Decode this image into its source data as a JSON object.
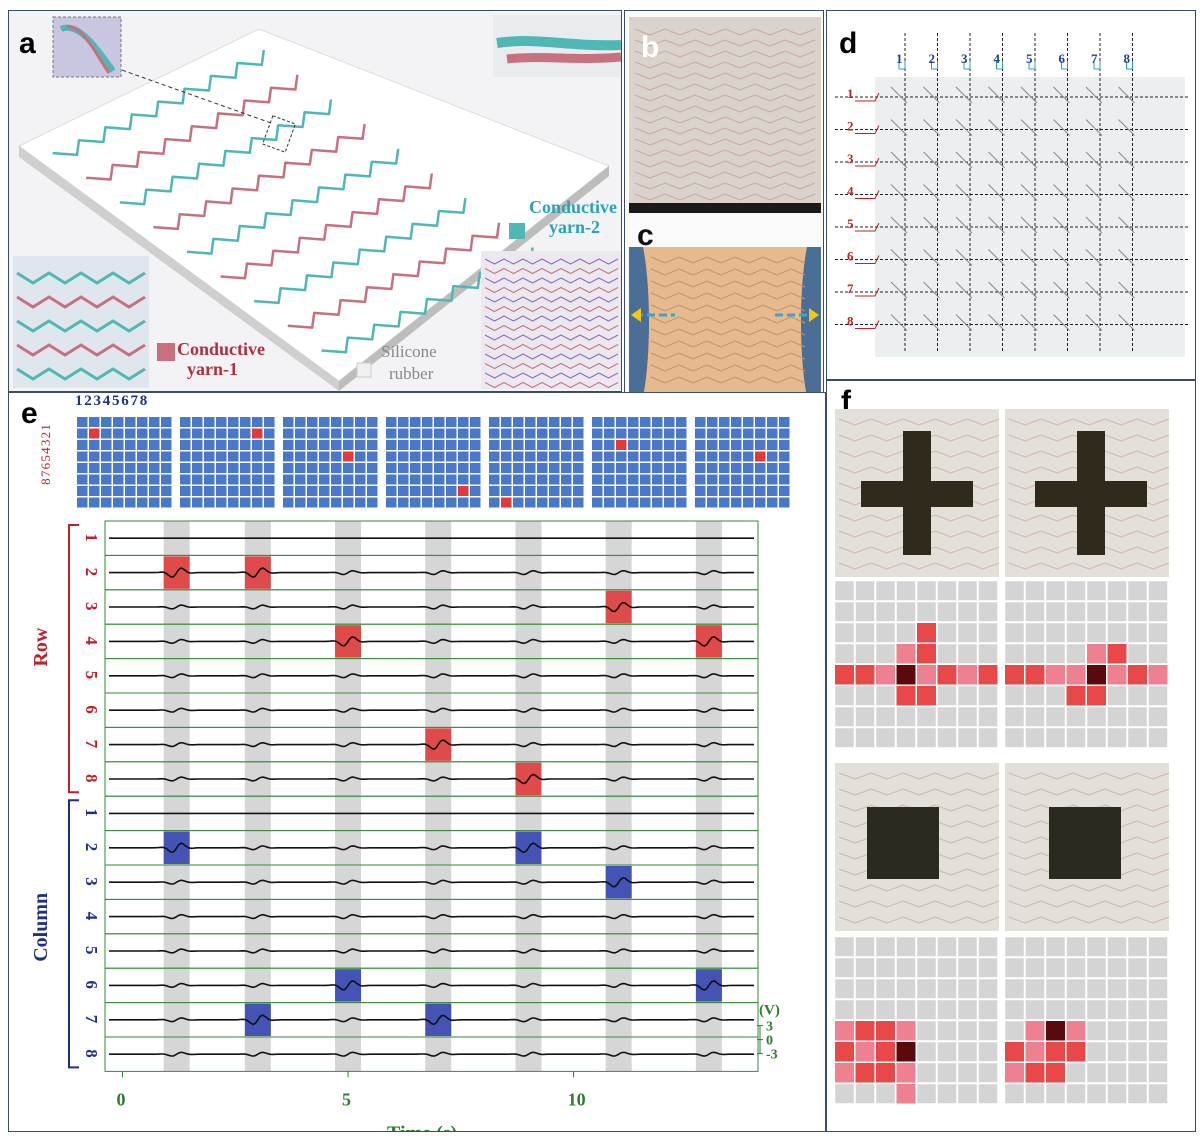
{
  "panel_labels": {
    "a": "a",
    "b": "b",
    "c": "c",
    "d": "d",
    "e": "e",
    "f": "f"
  },
  "panel_a": {
    "legend": {
      "yarn1_line1": "Conductive",
      "yarn1_line2": "yarn-1",
      "yarn2_line1": "Conductive",
      "yarn2_line2": "yarn-2",
      "rubber_line1": "Silicone",
      "rubber_line2": "rubber"
    },
    "colors": {
      "yarn1": "#c9707e",
      "yarn2": "#4fb8b4",
      "rubber": "#e6e6e6"
    }
  },
  "panel_d": {
    "columns": [
      "1",
      "2",
      "3",
      "4",
      "5",
      "6",
      "7",
      "8"
    ],
    "rows": [
      "1",
      "2",
      "3",
      "4",
      "5",
      "6",
      "7",
      "8"
    ],
    "colors": {
      "col_labels": "#1f3f9a",
      "row_labels": "#c0202a"
    }
  },
  "panel_e": {
    "grid_col_numbers": "1 2 3 4 5 6 7 8",
    "grid_row_numbers": "8 7 6 5 4 3 2 1",
    "grid_row_label_text": "1 2 3 4 5 6 7 8",
    "unit_label": "(V)",
    "scale_ticks": [
      "3",
      "0",
      "-3"
    ],
    "row_group_label": "Row",
    "column_group_label": "Column",
    "colors": {
      "row": "#c0202a",
      "column": "#1f2e8c",
      "axis": "#2e7d32",
      "cell": "#4a78c8",
      "active": "#e03b3b",
      "band": "#c8c8c8"
    }
  },
  "chart_data": {
    "type": "line",
    "title": "",
    "xlabel": "Time (s)",
    "ylabel": "",
    "xlim": [
      -0.3,
      14
    ],
    "xticks": [
      0,
      5,
      10
    ],
    "press_times": [
      1.2,
      3.0,
      5.0,
      7.0,
      9.0,
      11.0,
      13.0
    ],
    "pressed_points": [
      {
        "row": 2,
        "column": 2
      },
      {
        "row": 2,
        "column": 7
      },
      {
        "row": 4,
        "column": 6
      },
      {
        "row": 7,
        "column": 7
      },
      {
        "row": 8,
        "column": 2
      },
      {
        "row": 3,
        "column": 3
      },
      {
        "row": 4,
        "column": 6
      }
    ],
    "series": [
      {
        "name": "1",
        "group": "Row"
      },
      {
        "name": "2",
        "group": "Row"
      },
      {
        "name": "3",
        "group": "Row"
      },
      {
        "name": "4",
        "group": "Row"
      },
      {
        "name": "5",
        "group": "Row"
      },
      {
        "name": "6",
        "group": "Row"
      },
      {
        "name": "7",
        "group": "Row"
      },
      {
        "name": "8",
        "group": "Row"
      },
      {
        "name": "1",
        "group": "Column"
      },
      {
        "name": "2",
        "group": "Column"
      },
      {
        "name": "3",
        "group": "Column"
      },
      {
        "name": "4",
        "group": "Column"
      },
      {
        "name": "5",
        "group": "Column"
      },
      {
        "name": "6",
        "group": "Column"
      },
      {
        "name": "7",
        "group": "Column"
      },
      {
        "name": "8",
        "group": "Column"
      }
    ]
  },
  "panel_f": {
    "maps": [
      {
        "shape": "cross",
        "cells": [
          [
            4,
            0,
            "#e84848"
          ],
          [
            4,
            1,
            "#e84848"
          ],
          [
            4,
            2,
            "#ef8090"
          ],
          [
            3,
            3,
            "#ef8090"
          ],
          [
            4,
            3,
            "#5a0a0a"
          ],
          [
            5,
            3,
            "#e84848"
          ],
          [
            4,
            4,
            "#ef8090"
          ],
          [
            4,
            5,
            "#e84848"
          ],
          [
            3,
            4,
            "#e84848"
          ],
          [
            4,
            6,
            "#ef8090"
          ],
          [
            5,
            4,
            "#e84848"
          ],
          [
            4,
            7,
            "#e84848"
          ],
          [
            2,
            4,
            "#e84848"
          ]
        ]
      },
      {
        "shape": "cross",
        "cells": [
          [
            4,
            0,
            "#e84848"
          ],
          [
            4,
            1,
            "#e84848"
          ],
          [
            4,
            2,
            "#ef8090"
          ],
          [
            4,
            3,
            "#ef8090"
          ],
          [
            5,
            3,
            "#e84848"
          ],
          [
            3,
            4,
            "#ef8090"
          ],
          [
            4,
            4,
            "#5a0a0a"
          ],
          [
            5,
            4,
            "#e84848"
          ],
          [
            4,
            5,
            "#ef8090"
          ],
          [
            4,
            6,
            "#e84848"
          ],
          [
            4,
            7,
            "#ef8090"
          ],
          [
            3,
            5,
            "#e84848"
          ]
        ]
      },
      {
        "shape": "square",
        "cells": [
          [
            4,
            0,
            "#ef8090"
          ],
          [
            4,
            1,
            "#e84848"
          ],
          [
            4,
            2,
            "#e84848"
          ],
          [
            4,
            3,
            "#ef8090"
          ],
          [
            5,
            0,
            "#e84848"
          ],
          [
            5,
            1,
            "#ef8090"
          ],
          [
            5,
            2,
            "#e84848"
          ],
          [
            5,
            3,
            "#5a0a0a"
          ],
          [
            6,
            0,
            "#ef8090"
          ],
          [
            6,
            1,
            "#e84848"
          ],
          [
            6,
            2,
            "#e84848"
          ],
          [
            6,
            3,
            "#ef8090"
          ],
          [
            7,
            3,
            "#ef8090"
          ]
        ]
      },
      {
        "shape": "square",
        "cells": [
          [
            4,
            1,
            "#ef8090"
          ],
          [
            4,
            2,
            "#5a0a0a"
          ],
          [
            4,
            3,
            "#ef8090"
          ],
          [
            5,
            0,
            "#e84848"
          ],
          [
            5,
            1,
            "#ef8090"
          ],
          [
            5,
            2,
            "#e84848"
          ],
          [
            5,
            3,
            "#e84848"
          ],
          [
            6,
            0,
            "#ef8090"
          ],
          [
            6,
            1,
            "#e84848"
          ],
          [
            6,
            2,
            "#e84848"
          ]
        ]
      }
    ]
  }
}
